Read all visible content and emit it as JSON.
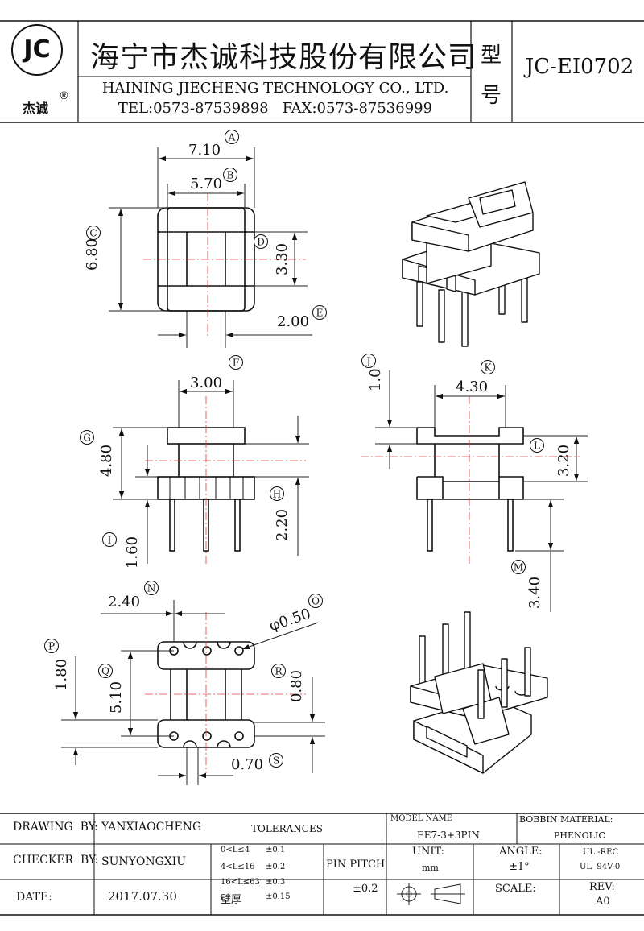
{
  "header": {
    "logo_text": "JC",
    "logo_caption": "杰诚",
    "logo_reg": "®",
    "company_cn": "海宁市杰诚科技股份有限公司",
    "company_en": "HAINING JIECHENG TECHNOLOGY CO., LTD.",
    "contact": "TEL:0573-87539898   FAX:0573-87536999",
    "model_label_1": "型",
    "model_label_2": "号",
    "model_no": "JC-EI0702"
  },
  "dims": {
    "A": {
      "tag": "A",
      "value": "7.10"
    },
    "B": {
      "tag": "B",
      "value": "5.70"
    },
    "C": {
      "tag": "C",
      "value": "6.80"
    },
    "D": {
      "tag": "D",
      "value": "3.30"
    },
    "E": {
      "tag": "E",
      "value": "2.00"
    },
    "F": {
      "tag": "F",
      "value": "3.00"
    },
    "G": {
      "tag": "G",
      "value": "4.80"
    },
    "H": {
      "tag": "H",
      "value": "2.20"
    },
    "I": {
      "tag": "I",
      "value": "1.60"
    },
    "J": {
      "tag": "J",
      "value": "1.0"
    },
    "K": {
      "tag": "K",
      "value": "4.30"
    },
    "L": {
      "tag": "L",
      "value": "3.20"
    },
    "M": {
      "tag": "M",
      "value": "3.40"
    },
    "N": {
      "tag": "N",
      "value": "2.40"
    },
    "O": {
      "tag": "O",
      "value": "φ0.50"
    },
    "P": {
      "tag": "P",
      "value": "1.80"
    },
    "Q": {
      "tag": "Q",
      "value": "5.10"
    },
    "R": {
      "tag": "R",
      "value": "0.80"
    },
    "S": {
      "tag": "S",
      "value": "0.70"
    }
  },
  "footer": {
    "drawing_by_label": "DRAWING  BY:",
    "drawing_by": "YANXIAOCHENG",
    "checker_by_label": "CHECKER  BY:",
    "checker_by": "SUNYONGXIU",
    "date_label": "DATE:",
    "date": "2017.07.30",
    "tolerances_label": "TOLERANCES",
    "tol_rows": [
      {
        "range": "0<L≤4",
        "tol": "±0.1"
      },
      {
        "range": "4<L≤16",
        "tol": "±0.2"
      },
      {
        "range": "16<L≤63",
        "tol": "±0.3"
      },
      {
        "range": "壁厚",
        "tol": "±0.15"
      }
    ],
    "pin_pitch_label": "PIN PITCH",
    "pin_pitch": "±0.2",
    "model_name_label": "MODEL NAME",
    "model_name": "EE7-3+3PIN",
    "unit_label": "UNIT:",
    "unit": "mm",
    "angle_label": "ANGLE:",
    "angle": "±1°",
    "scale_label": "SCALE:",
    "bobbin_material_label": "BOBBIN MATERIAL:",
    "bobbin_material": "PHENOLIC",
    "ul_1": "UL -REC",
    "ul_2": "UL  94V-0",
    "rev_label": "REV:",
    "rev": "A0"
  }
}
